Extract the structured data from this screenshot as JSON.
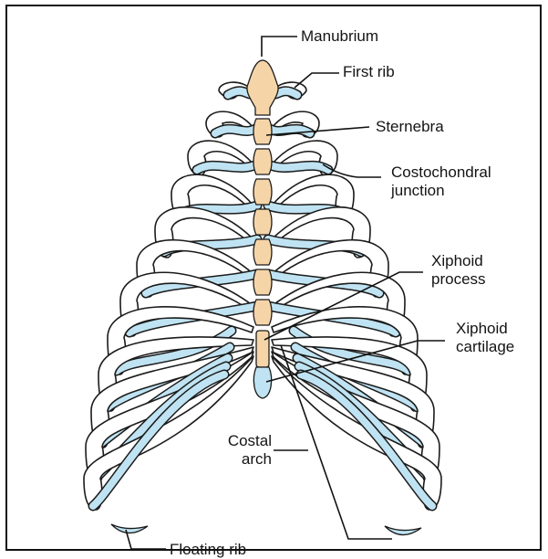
{
  "colors": {
    "cartilage": "#bfe3f2",
    "bone": "#f5d5a8",
    "outline": "#1b1b1b",
    "frame": "#111111"
  },
  "labels": {
    "manubrium": "Manubrium",
    "first_rib": "First rib",
    "sternebra": "Sternebra",
    "costochondral_line1": "Costochondral",
    "costochondral_line2": "junction",
    "xiphoid_process_line1": "Xiphoid",
    "xiphoid_process_line2": "process",
    "xiphoid_cartilage_line1": "Xiphoid",
    "xiphoid_cartilage_line2": "cartilage",
    "costal_arch_line1": "Costal",
    "costal_arch_line2": "arch",
    "floating_rib": "Floating rib"
  }
}
